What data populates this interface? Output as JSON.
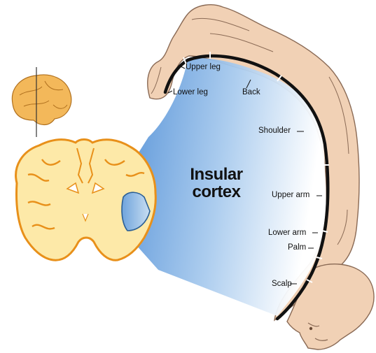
{
  "diagram": {
    "title_line1": "Insular",
    "title_line2": "cortex",
    "labels": {
      "upper_leg": "Upper leg",
      "lower_leg": "Lower leg",
      "back": "Back",
      "shoulder": "Shoulder",
      "upper_arm": "Upper arm",
      "lower_arm": "Lower arm",
      "palm": "Palm",
      "scalp": "Scalp"
    },
    "colors": {
      "body_skin": "#f1d1b5",
      "body_outline": "#8a6a55",
      "cortex_band": "#111111",
      "brain_orange": "#f2a62a",
      "brain_fill": "#fde9a8",
      "insula_blue": "#7fb0de",
      "projection_blue": "#5a94d8"
    }
  }
}
